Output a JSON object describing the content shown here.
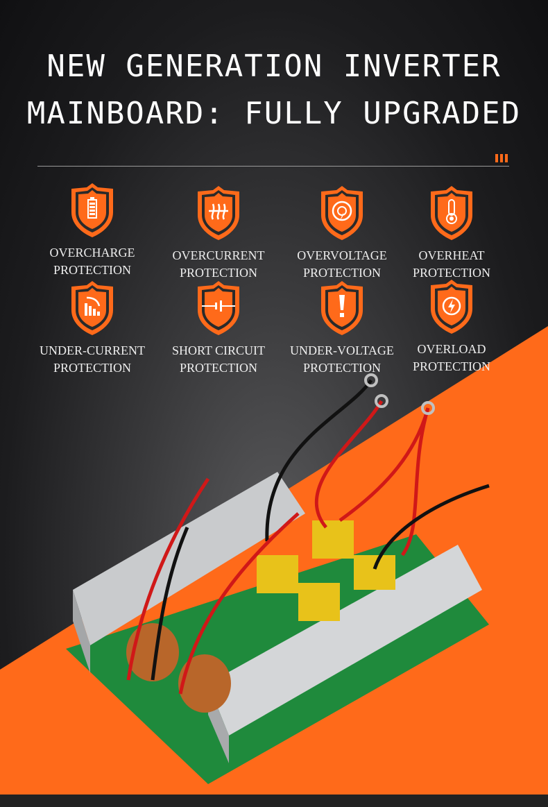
{
  "title": {
    "line1": "NEW GENERATION INVERTER",
    "line2": "MAINBOARD: FULLY UPGRADED"
  },
  "colors": {
    "accent": "#ff6a1a",
    "board": "#1f8a3c"
  },
  "features": [
    {
      "icon": "battery-icon",
      "line1": "OVERCHARGE",
      "line2": "PROTECTION"
    },
    {
      "icon": "heat-waves-icon",
      "line1": "OVERCURRENT",
      "line2": "PROTECTION"
    },
    {
      "icon": "voltage-gauge-icon",
      "line1": "OVERVOLTAGE",
      "line2": "PROTECTION"
    },
    {
      "icon": "thermometer-icon",
      "line1": "OVERHEAT",
      "line2": "PROTECTION"
    },
    {
      "icon": "falling-bars-icon",
      "line1": "UNDER-CURRENT",
      "line2": "PROTECTION"
    },
    {
      "icon": "capacitor-icon",
      "line1": "SHORT CIRCUIT",
      "line2": "PROTECTION"
    },
    {
      "icon": "exclamation-icon",
      "line1": "UNDER-VOLTAGE",
      "line2": "PROTECTION"
    },
    {
      "icon": "lightning-circle-icon",
      "line1": "OVERLOAD",
      "line2": "PROTECTION"
    }
  ]
}
